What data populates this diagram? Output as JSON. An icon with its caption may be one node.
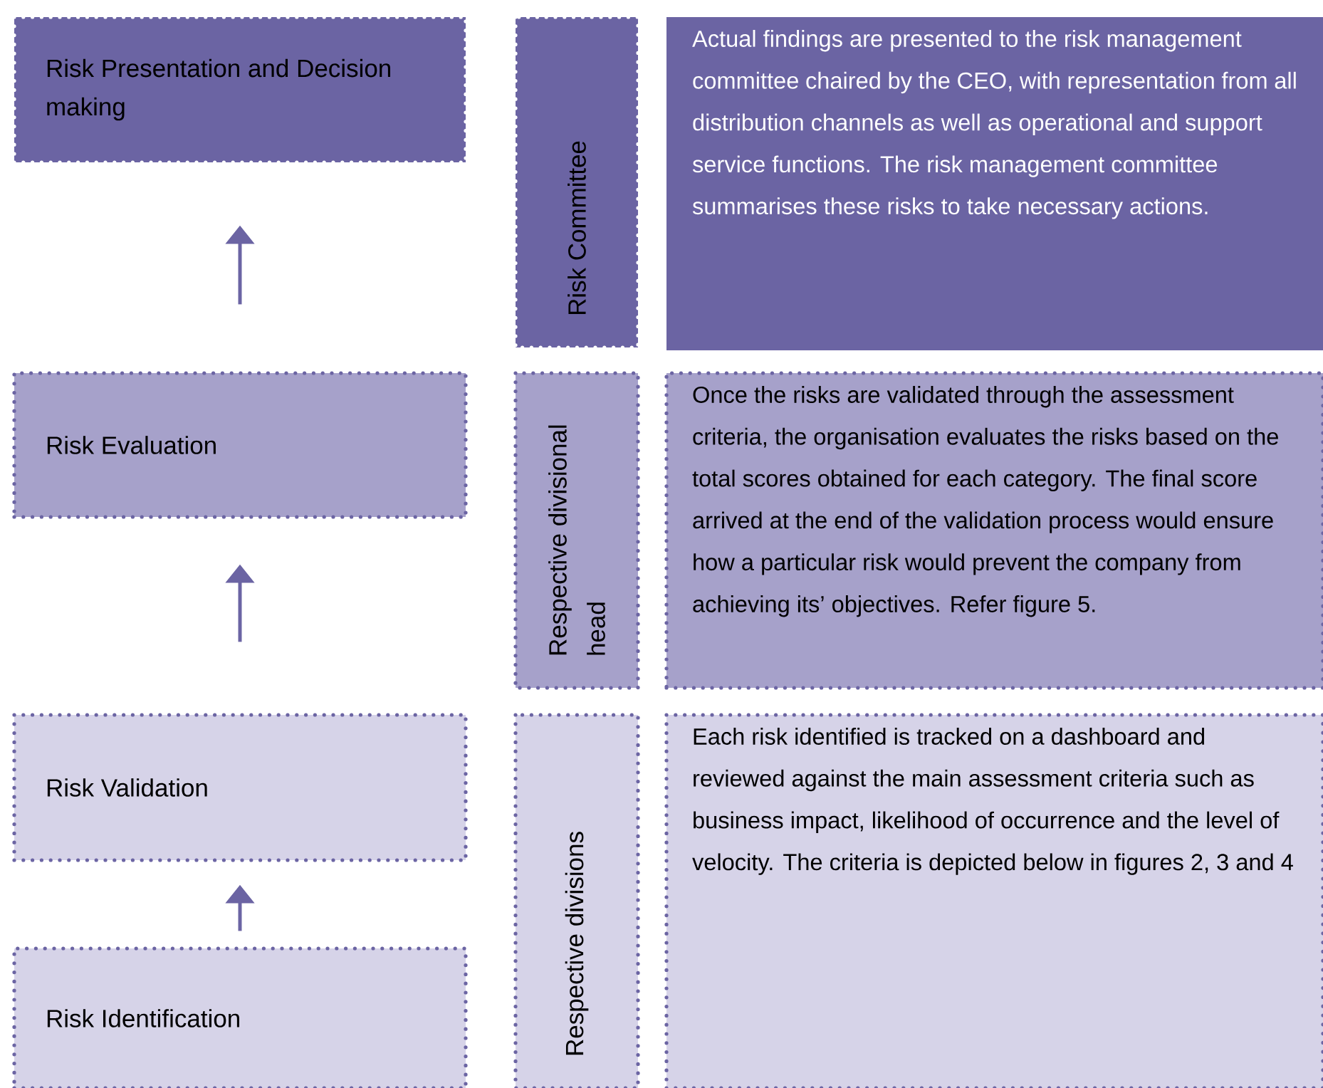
{
  "diagram": {
    "nodes": [
      {
        "text": [
          "Risk Presentation and Decision making"
        ]
      },
      {
        "text": [
          "Risk Evaluation"
        ]
      },
      {
        "text": [
          "Risk Validation"
        ]
      },
      {
        "text": [
          "Risk Identification"
        ]
      },
      {
        "text": [
          "Risk Committee"
        ]
      },
      {
        "text": [
          "Actual findings are presented to the risk management committee chaired by the CEO, with representation from all distribution channels as well as operational and support service functions. The risk management committee summarises these risks to take necessary actions."
        ]
      },
      {
        "text": [
          "Respective divisional head"
        ]
      },
      {
        "text": [
          "Once the risks are validated through the assessment criteria, the organisation evaluates the risks based on the total scores obtained for each category. The final score arrived at the end of the validation process would ensure how a particular risk would prevent the company from achieving its’ objectives. Refer figure 5."
        ]
      },
      {
        "text": [
          "Respective divisions"
        ]
      },
      {
        "text": [
          "Each risk identified is tracked on a dashboard and reviewed against the main assessment criteria such as business impact, likelihood of occurrence and the level of velocity. The criteria is depicted below in figures 2, 3 and 4"
        ]
      }
    ],
    "edges": [
      {
        "from": 1,
        "to": 0,
        "arrow": "to"
      },
      {
        "from": 2,
        "to": 1,
        "arrow": "to"
      },
      {
        "from": 3,
        "to": 2,
        "arrow": "to"
      }
    ]
  }
}
